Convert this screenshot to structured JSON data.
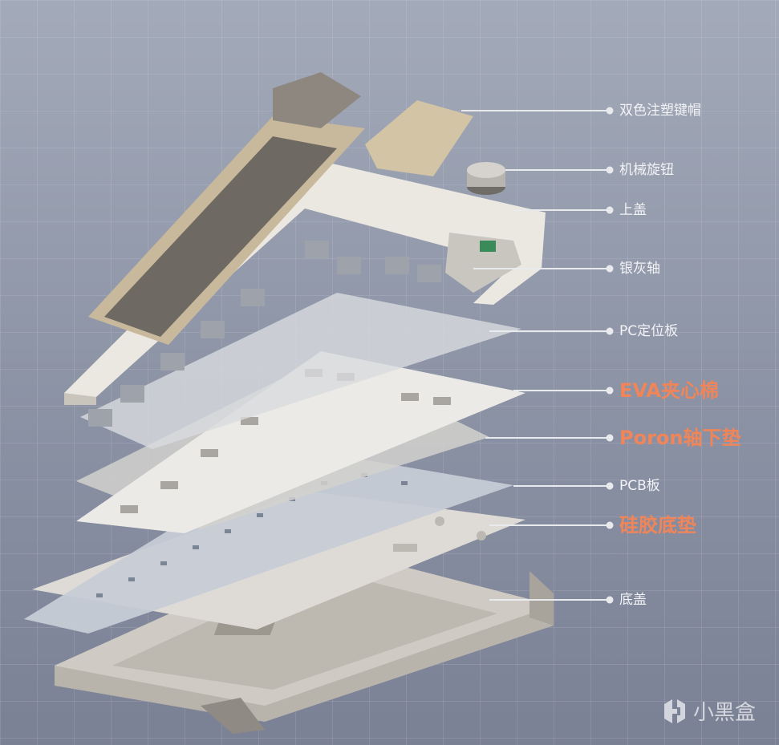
{
  "labels": [
    {
      "text": "双色注塑键帽",
      "highlight": false
    },
    {
      "text": "机械旋钮",
      "highlight": false
    },
    {
      "text": "上盖",
      "highlight": false
    },
    {
      "text": "银灰轴",
      "highlight": false
    },
    {
      "text": "PC定位板",
      "highlight": false
    },
    {
      "text": "EVA夹心棉",
      "highlight": true
    },
    {
      "text": "Poron轴下垫",
      "highlight": true
    },
    {
      "text": "PCB板",
      "highlight": false
    },
    {
      "text": "硅胶底垫",
      "highlight": true
    },
    {
      "text": "底盖",
      "highlight": false
    }
  ],
  "watermark": {
    "text": "小黑盒",
    "icon": "heybox-logo-icon"
  },
  "colors": {
    "highlight": "#f0855a",
    "label": "#f2f3f6",
    "line": "#e8eaee"
  }
}
